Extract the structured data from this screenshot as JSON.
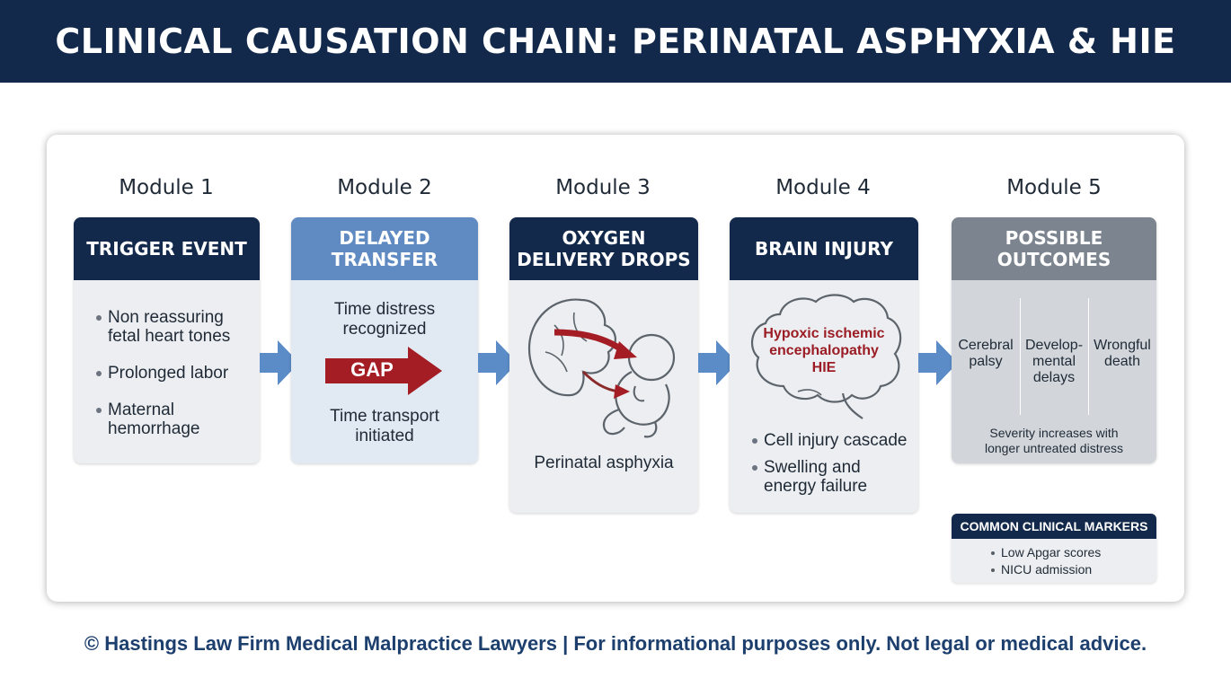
{
  "title": "CLINICAL CAUSATION CHAIN: PERINATAL ASPHYXIA & HIE",
  "modules": [
    {
      "label": "Module 1",
      "heading": "TRIGGER EVENT",
      "bullets": [
        "Non reassuring fetal heart tones",
        "Prolonged labor",
        "Maternal hemorrhage"
      ]
    },
    {
      "label": "Module 2",
      "heading": "DELAYED TRANSFER",
      "top_text": "Time distress recognized",
      "gap_label": "GAP",
      "bottom_text": "Time transport initiated"
    },
    {
      "label": "Module 3",
      "heading": "OXYGEN DELIVERY DROPS",
      "caption": "Perinatal asphyxia"
    },
    {
      "label": "Module 4",
      "heading": "BRAIN INJURY",
      "brain_line1": "Hypoxic ischemic",
      "brain_line2": "encephalopathy",
      "brain_line3": "HIE",
      "bullets": [
        "Cell injury cascade",
        "Swelling and energy failure"
      ]
    },
    {
      "label": "Module 5",
      "heading": "POSSIBLE OUTCOMES",
      "outcomes": [
        {
          "line1": "Cerebral",
          "line2": "palsy",
          "line3": ""
        },
        {
          "line1": "Develop-",
          "line2": "mental",
          "line3": "delays"
        },
        {
          "line1": "Wrongful",
          "line2": "death",
          "line3": ""
        }
      ],
      "severity_line1": "Severity increases with",
      "severity_line2": "longer untreated distress"
    }
  ],
  "markers": {
    "heading": "COMMON CLINICAL MARKERS",
    "items": [
      "Low Apgar scores",
      "NICU admission"
    ]
  },
  "footer": "© Hastings Law Firm Medical Malpractice Lawyers | For informational purposes only. Not legal or medical advice.",
  "colors": {
    "navy": "#13294b",
    "header_blue": "#5f8ac2",
    "header_grey": "#7c858f",
    "card_bg": "#eceef1",
    "arrow_blue": "#5b8cc7",
    "gap_red": "#a51d24",
    "hie_red": "#9b1c24",
    "footer_text": "#1d3f6e"
  }
}
